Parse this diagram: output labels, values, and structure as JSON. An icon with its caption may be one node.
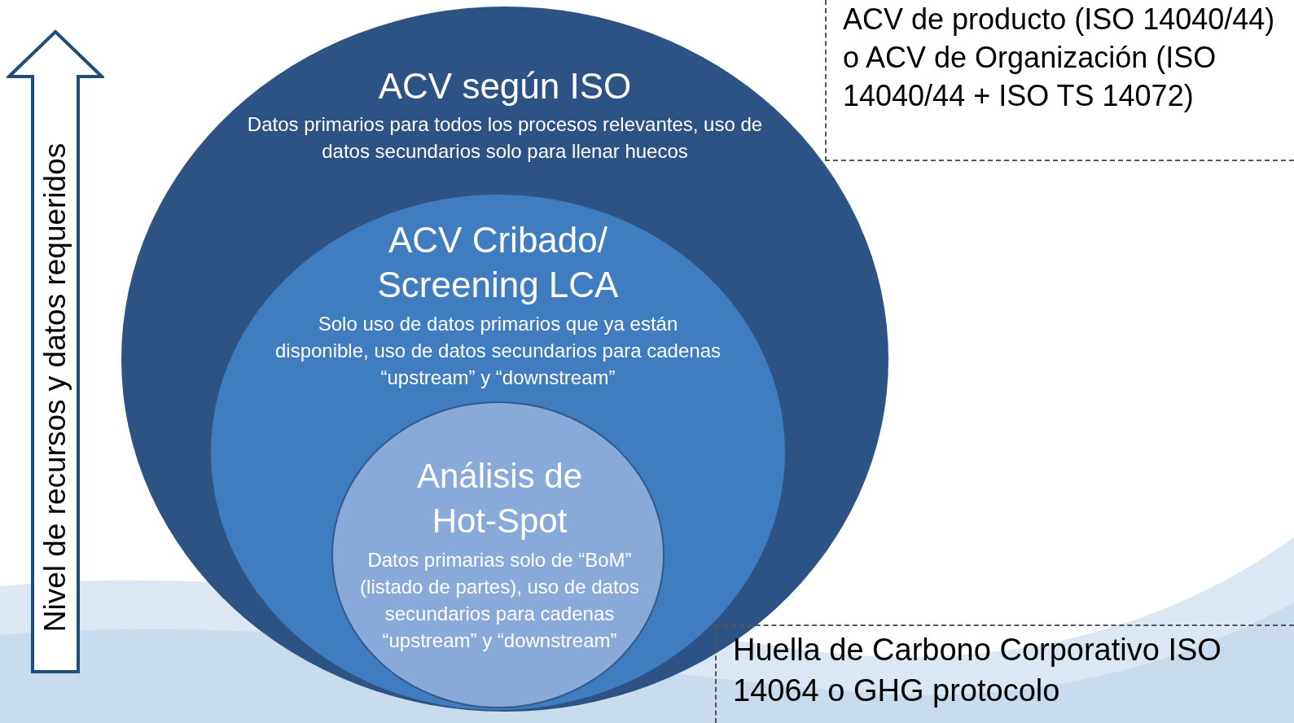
{
  "diagram": {
    "nodes": [
      {
        "text": [
          "ACV según ISO",
          "Datos primarios para todos los procesos relevantes, uso de datos secundarios solo para llenar huecos"
        ]
      },
      {
        "text": [
          "ACV Cribado/ Screening LCA",
          "Solo uso de datos primarios que ya están disponible, uso de datos secundarios para cadenas “upstream” y “downstream”"
        ],
        "in": 0
      },
      {
        "text": [
          "Análisis de Hot-Spot",
          "Datos primarias solo de “BoM” (listado de partes), uso de datos secundarios para cadenas “upstream” y “downstream”"
        ],
        "in": 1
      },
      {
        "text": [
          "Nivel de recursos y datos requeridos"
        ]
      },
      {
        "text": [
          "ACV de producto (ISO 14040/44) o ACV de Organización (ISO 14040/44 + ISO TS 14072)"
        ]
      },
      {
        "text": [
          "Huella de Carbono Corporativo ISO 14064 o GHG protocolo"
        ]
      }
    ]
  }
}
